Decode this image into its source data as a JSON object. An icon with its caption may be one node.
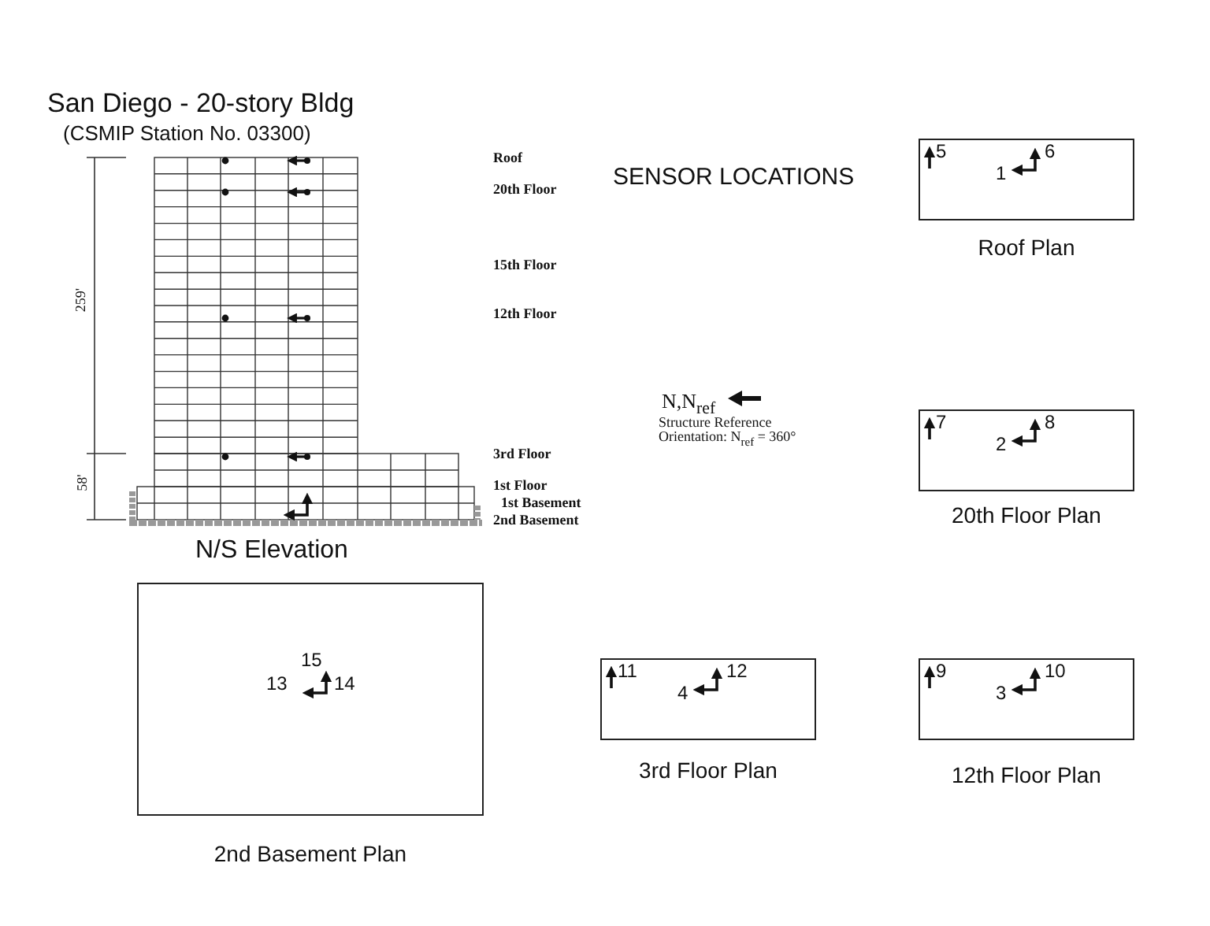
{
  "diagram": {
    "title": "San Diego - 20-story Bldg",
    "nodes": [
      {
        "text": [
          "5",
          "1",
          "6"
        ],
        "beside": [
          "Roof Plan"
        ]
      },
      {
        "text": [
          "7",
          "2",
          "8"
        ],
        "beside": [
          "20th Floor Plan"
        ]
      },
      {
        "text": [
          "15",
          "13",
          "14"
        ],
        "beside": [
          "2nd Basement Plan"
        ]
      },
      {
        "text": [
          "11",
          "4",
          "12"
        ],
        "beside": [
          "3rd Floor Plan"
        ]
      },
      {
        "text": [
          "9",
          "3",
          "10"
        ],
        "beside": [
          "12th Floor Plan"
        ]
      }
    ],
    "edges": [],
    "labels": [
      "(CSMIP Station No. 03300)",
      "Roof",
      "SENSOR LOCATIONS",
      "20th Floor",
      "15th Floor",
      "259'",
      "12th Floor",
      "N,N$_{ref}$",
      "Structure Reference Orientation: N$_{ref}$ = 360°",
      "3rd Floor",
      "1st Floor",
      "58'",
      "1st Basement",
      "2nd Basement",
      "N/S Elevation"
    ]
  }
}
